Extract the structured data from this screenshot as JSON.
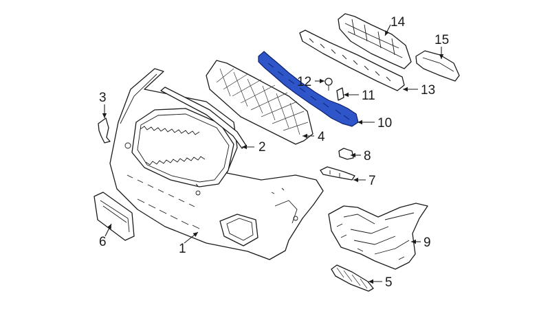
{
  "highlight_color": "#2f56c9",
  "callouts": [
    {
      "id": "1",
      "label": "1"
    },
    {
      "id": "2",
      "label": "2"
    },
    {
      "id": "3",
      "label": "3"
    },
    {
      "id": "4",
      "label": "4"
    },
    {
      "id": "5",
      "label": "5"
    },
    {
      "id": "6",
      "label": "6"
    },
    {
      "id": "7",
      "label": "7"
    },
    {
      "id": "8",
      "label": "8"
    },
    {
      "id": "9",
      "label": "9"
    },
    {
      "id": "10",
      "label": "10"
    },
    {
      "id": "11",
      "label": "11"
    },
    {
      "id": "12",
      "label": "12"
    },
    {
      "id": "13",
      "label": "13"
    },
    {
      "id": "14",
      "label": "14"
    },
    {
      "id": "15",
      "label": "15"
    }
  ]
}
